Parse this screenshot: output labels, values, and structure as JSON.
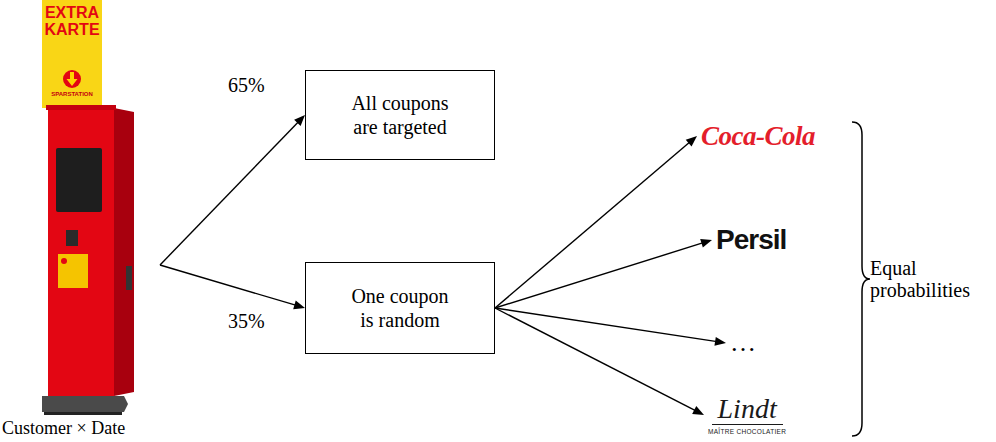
{
  "diagram": {
    "nodes": [
      {
        "text": [
          "EXTRA KARTE",
          "SPARSTATION",
          "Customer × Date"
        ]
      },
      {
        "text": [
          "All coupons are targeted"
        ]
      },
      {
        "text": [
          "One coupon is random"
        ]
      },
      {
        "text": [
          "Coca-Cola"
        ]
      },
      {
        "text": [
          "Persil"
        ]
      },
      {
        "text": [
          "…"
        ]
      },
      {
        "text": [
          "Lindt",
          "MAÎTRE CHOCOLATIER"
        ]
      }
    ],
    "edges": [
      {
        "from": 0,
        "to": 1,
        "label": "65%",
        "arrow": "to"
      },
      {
        "from": 0,
        "to": 2,
        "label": "35%",
        "arrow": "to"
      },
      {
        "from": 2,
        "to": 3,
        "arrow": "to"
      },
      {
        "from": 2,
        "to": 4,
        "arrow": "to"
      },
      {
        "from": 2,
        "to": 5,
        "arrow": "to"
      },
      {
        "from": 2,
        "to": 6,
        "arrow": "to"
      }
    ],
    "labels": [
      "Equal probabilities"
    ]
  }
}
